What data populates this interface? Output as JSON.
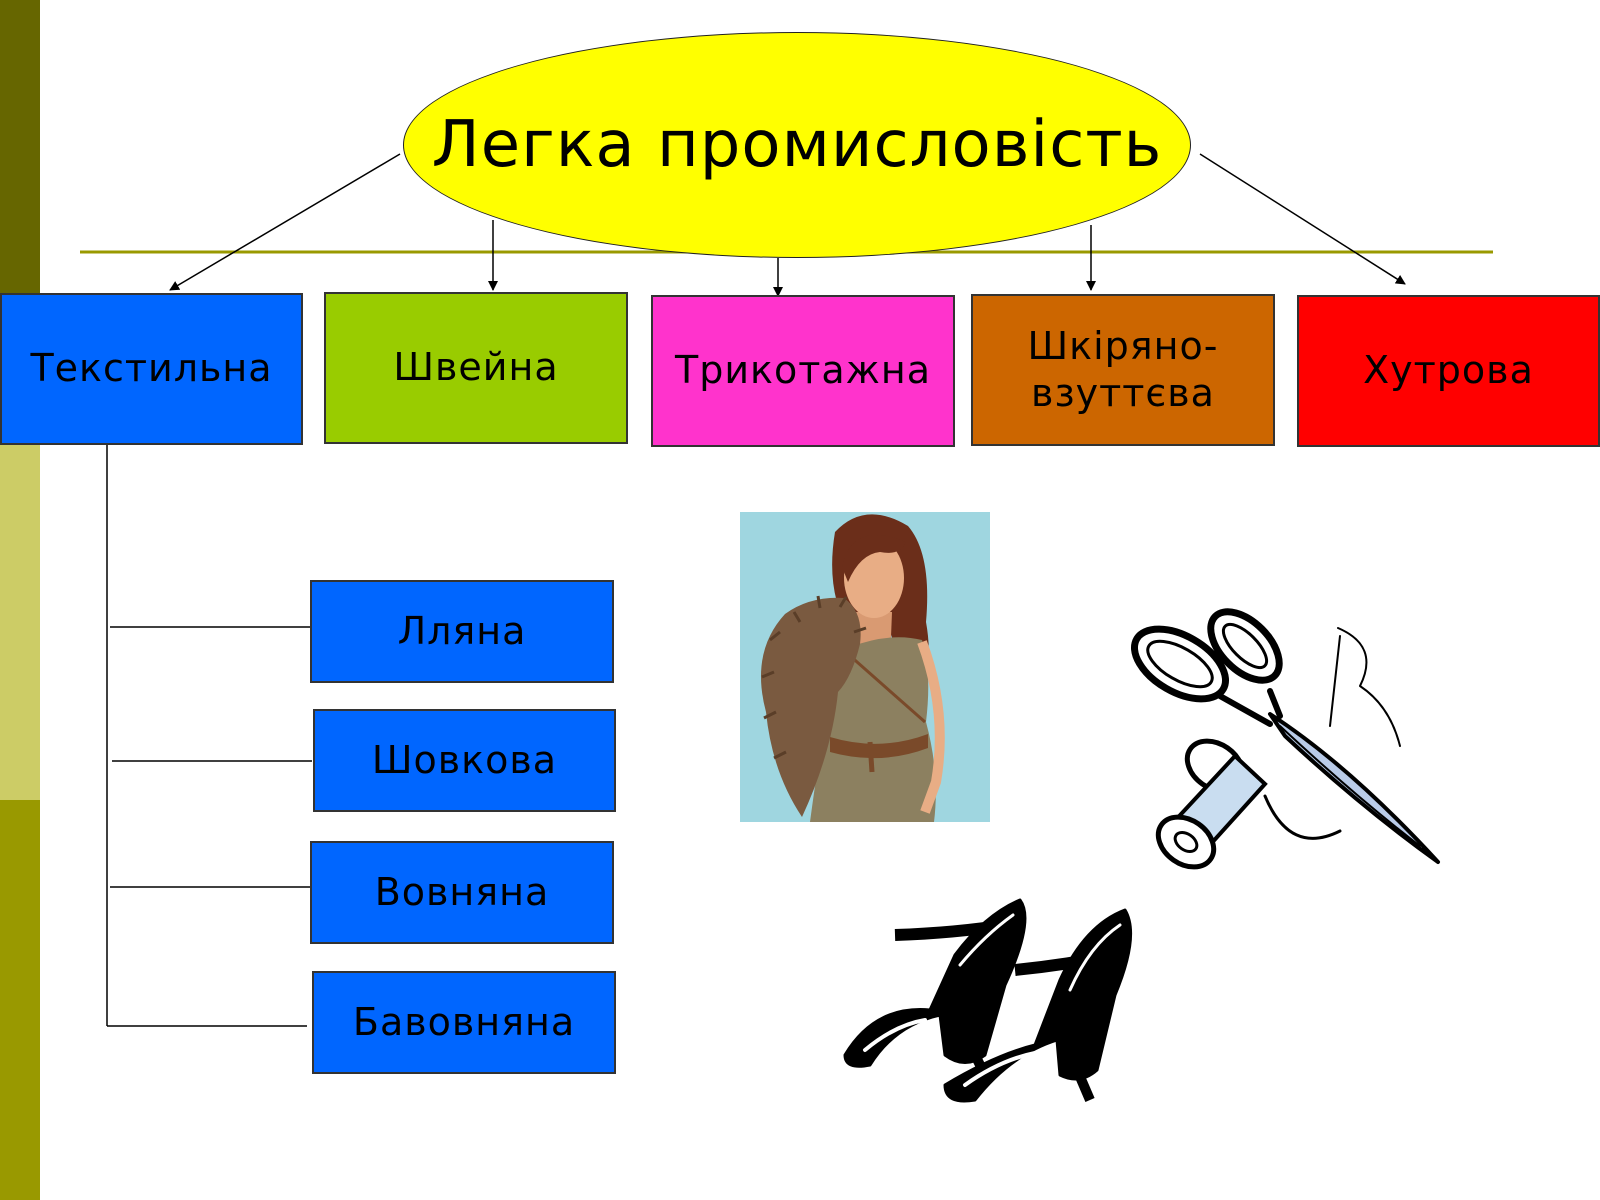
{
  "title": "Легка промисловість",
  "branches": [
    {
      "label": "Текстильна",
      "color": "#0066ff"
    },
    {
      "label": "Швейна",
      "color": "#99cc00"
    },
    {
      "label": "Трикотажна",
      "color": "#ff33cc"
    },
    {
      "label": "Шкіряно-\nвзуттєва",
      "color": "#cc6600"
    },
    {
      "label": "Хутрова",
      "color": "#ff0000"
    }
  ],
  "textile_subtypes": [
    {
      "label": "Лляна",
      "color": "#0066ff"
    },
    {
      "label": "Шовкова",
      "color": "#0066ff"
    },
    {
      "label": "Вовняна",
      "color": "#0066ff"
    },
    {
      "label": "Бавовняна",
      "color": "#0066ff"
    }
  ],
  "colors": {
    "ellipse_fill": "#ffff00",
    "rule_line": "#999900",
    "band_dark": "#666600",
    "band_light": "#cccc66",
    "band_olive": "#999900"
  },
  "illustrations": [
    "woman-with-fur-image",
    "scissors-and-thread-image",
    "shoes-image"
  ]
}
